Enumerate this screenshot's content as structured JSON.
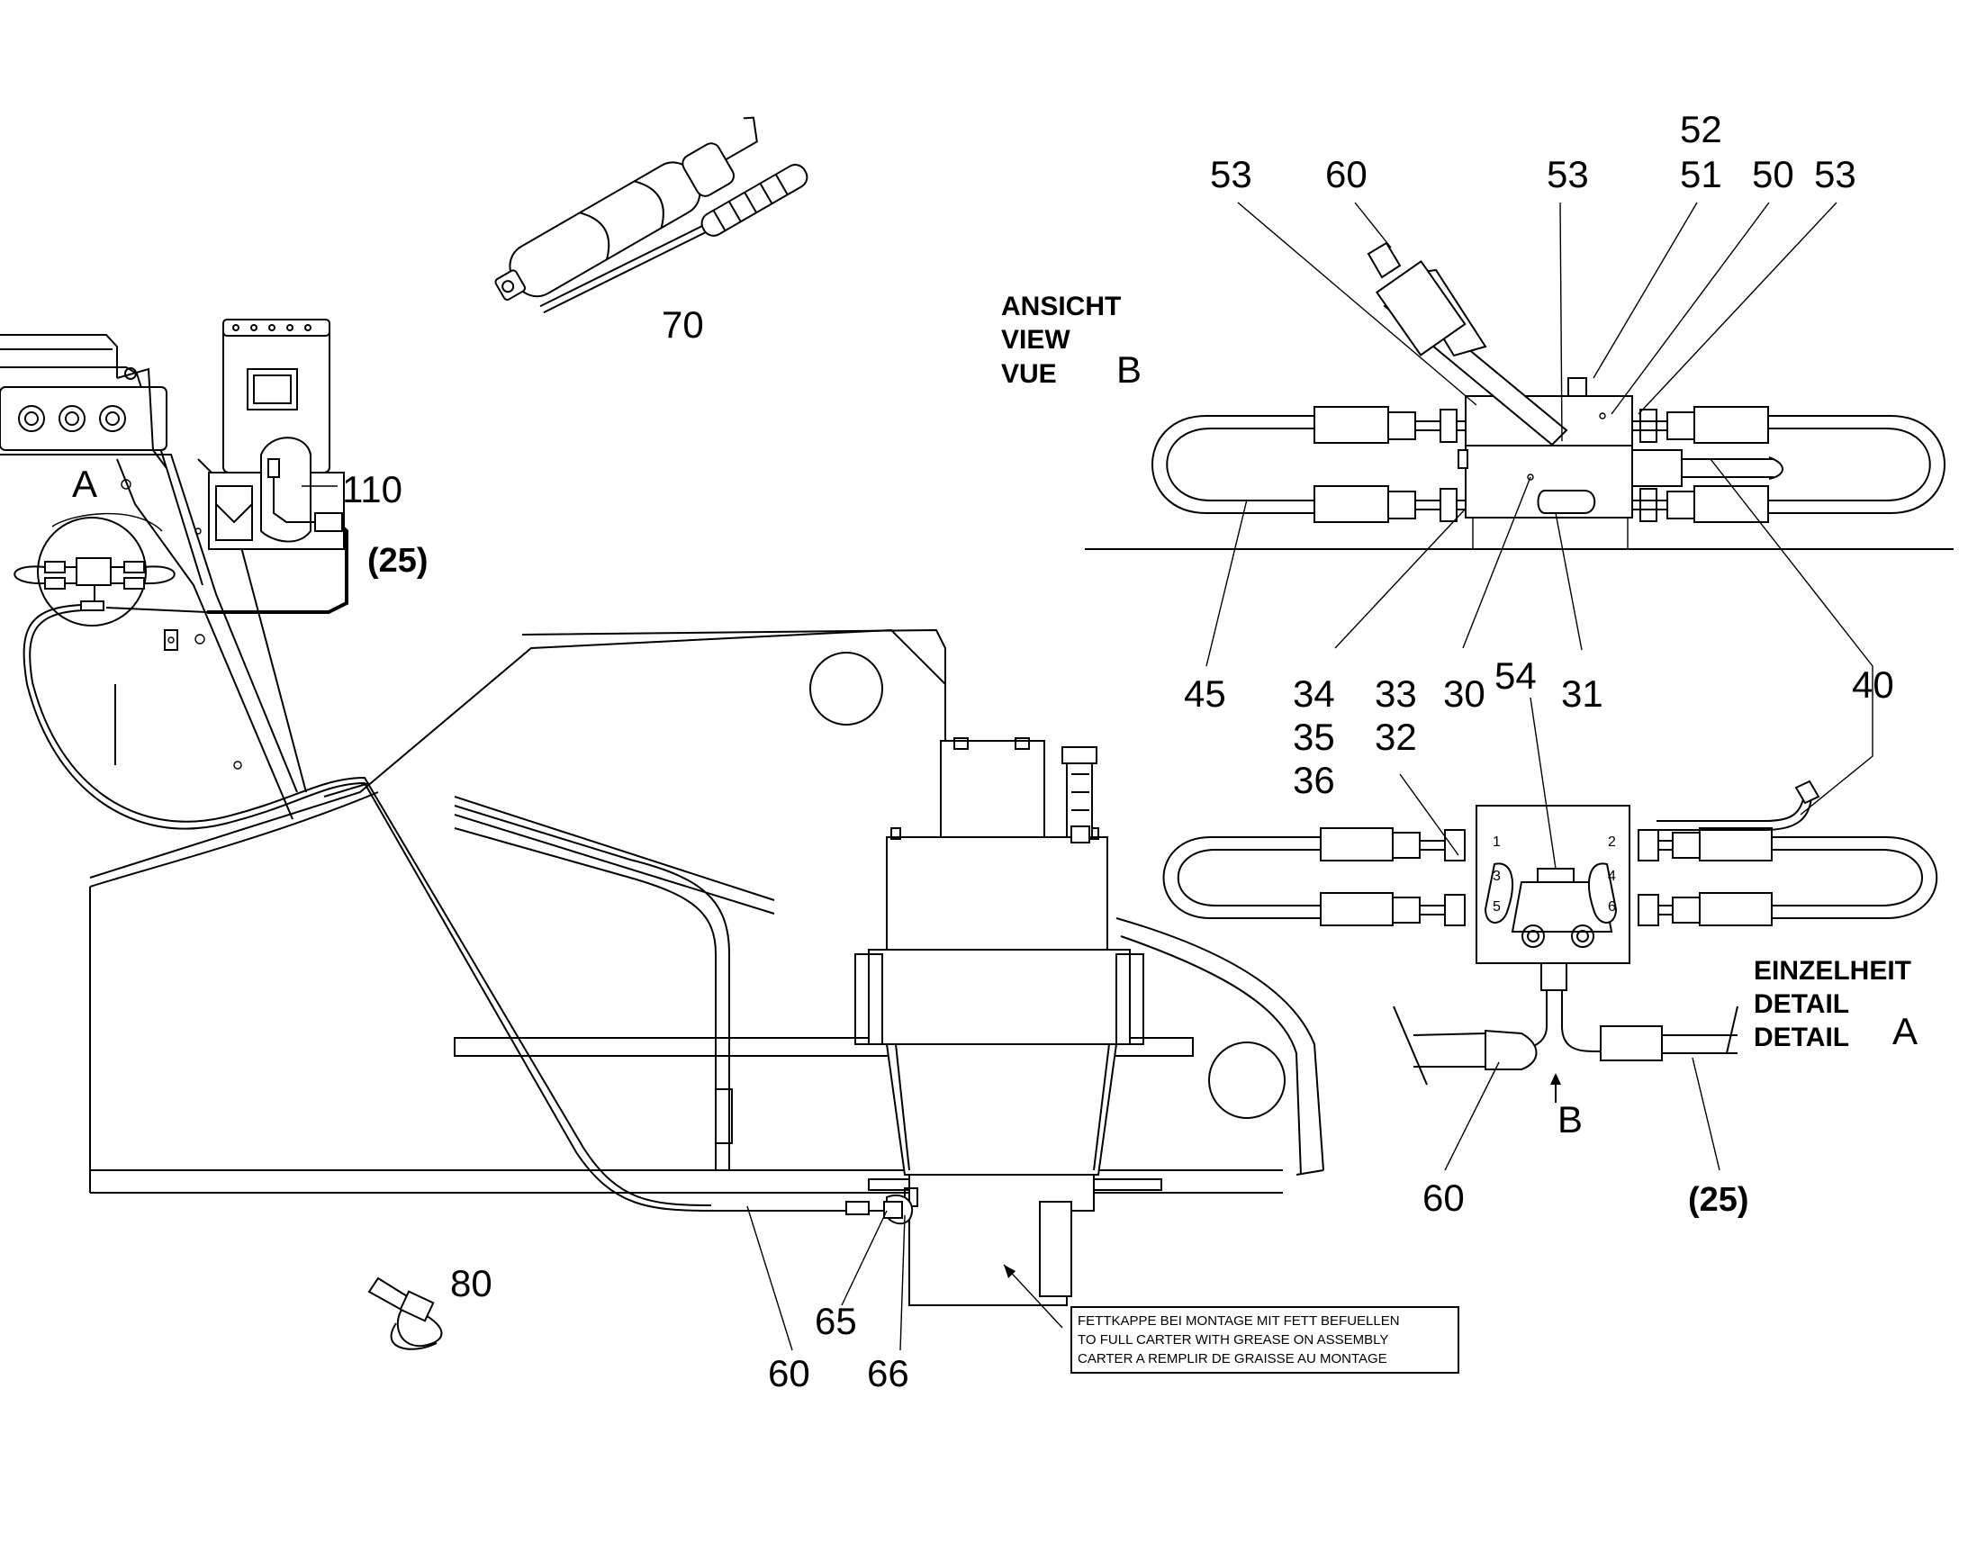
{
  "view_b": {
    "line1": "ANSICHT",
    "line2": "VIEW",
    "line3": "VUE",
    "letter": "B"
  },
  "detail_a": {
    "line1": "EINZELHEIT",
    "line2": "DETAIL",
    "line3": "DETAIL",
    "letter": "A"
  },
  "marker_a": "A",
  "arrow_b": "B",
  "note": {
    "line1": "FETTKAPPE BEI MONTAGE MIT FETT BEFUELLEN",
    "line2": "TO FULL CARTER WITH GREASE ON ASSEMBLY",
    "line3": "CARTER A REMPLIR DE GRAISSE AU MONTAGE"
  },
  "ports": [
    "1",
    "2",
    "3",
    "4",
    "5",
    "6"
  ],
  "labels": {
    "p70": "70",
    "p110": "110",
    "p25_left": "(25)",
    "p80": "80",
    "p65": "65",
    "p60_bottom": "60",
    "p66": "66",
    "v53_a": "53",
    "v60": "60",
    "v53_b": "53",
    "v52": "52",
    "v51": "51",
    "v50": "50",
    "v53_c": "53",
    "v45": "45",
    "v34": "34",
    "v35": "35",
    "v36": "36",
    "v33": "33",
    "v32": "32",
    "v30": "30",
    "v54": "54",
    "v31": "31",
    "v40": "40",
    "d60": "60",
    "d25": "(25)"
  }
}
